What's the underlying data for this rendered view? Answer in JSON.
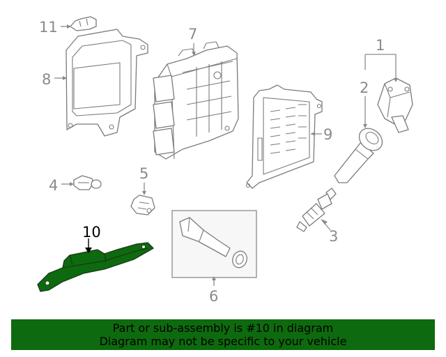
{
  "diagram": {
    "callouts": [
      {
        "id": "1",
        "label": "1"
      },
      {
        "id": "2",
        "label": "2"
      },
      {
        "id": "3",
        "label": "3"
      },
      {
        "id": "4",
        "label": "4"
      },
      {
        "id": "5",
        "label": "5"
      },
      {
        "id": "6",
        "label": "6"
      },
      {
        "id": "7",
        "label": "7"
      },
      {
        "id": "8",
        "label": "8"
      },
      {
        "id": "9",
        "label": "9"
      },
      {
        "id": "10",
        "label": "10"
      },
      {
        "id": "11",
        "label": "11"
      }
    ],
    "highlighted_part": "10",
    "colors": {
      "highlight_fill": "#0e6a0e",
      "line": "#7a7a7a",
      "label": "#8a8a8a",
      "banner_bg": "#0e6a0e"
    }
  },
  "banner": {
    "line1": "Part or sub-assembly is #10 in diagram",
    "line2": "Diagram may not be specific to your vehicle"
  }
}
